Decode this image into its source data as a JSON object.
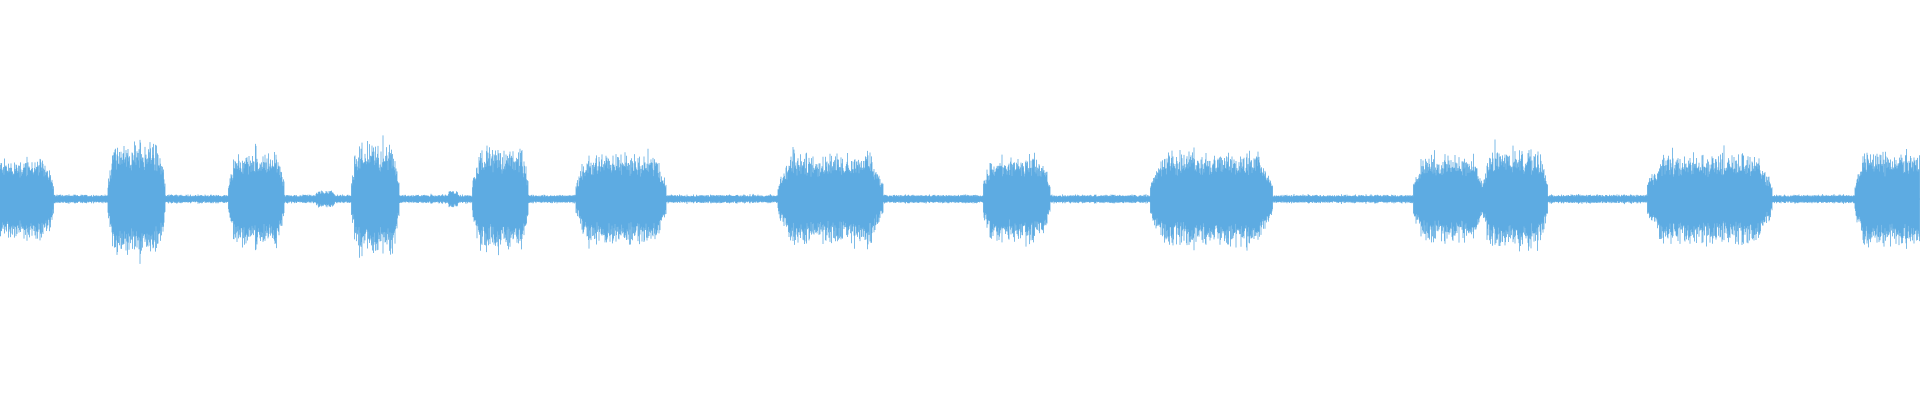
{
  "waveform": {
    "color": "#5dabe2",
    "background": "#ffffff",
    "baseline_amplitude": 0.02,
    "segments": [
      {
        "start": 0.0,
        "end": 0.028,
        "amplitude": 0.19
      },
      {
        "start": 0.056,
        "end": 0.086,
        "amplitude": 0.26
      },
      {
        "start": 0.119,
        "end": 0.148,
        "amplitude": 0.22
      },
      {
        "start": 0.164,
        "end": 0.175,
        "amplitude": 0.04
      },
      {
        "start": 0.183,
        "end": 0.208,
        "amplitude": 0.26
      },
      {
        "start": 0.233,
        "end": 0.239,
        "amplitude": 0.04
      },
      {
        "start": 0.246,
        "end": 0.275,
        "amplitude": 0.24
      },
      {
        "start": 0.3,
        "end": 0.347,
        "amplitude": 0.21
      },
      {
        "start": 0.405,
        "end": 0.46,
        "amplitude": 0.21
      },
      {
        "start": 0.512,
        "end": 0.547,
        "amplitude": 0.2
      },
      {
        "start": 0.599,
        "end": 0.663,
        "amplitude": 0.22
      },
      {
        "start": 0.736,
        "end": 0.772,
        "amplitude": 0.2
      },
      {
        "start": 0.772,
        "end": 0.806,
        "amplitude": 0.23
      },
      {
        "start": 0.858,
        "end": 0.923,
        "amplitude": 0.21
      },
      {
        "start": 0.966,
        "end": 1.0,
        "amplitude": 0.22
      }
    ]
  }
}
